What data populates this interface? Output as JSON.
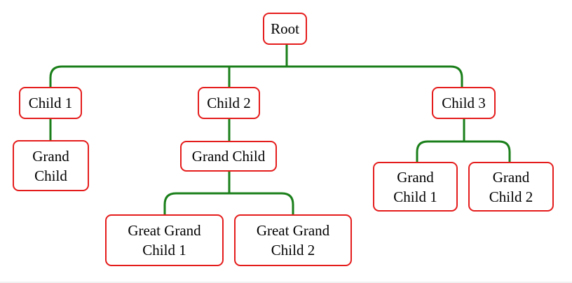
{
  "colors": {
    "node_border": "#e51c1c",
    "connector": "#1a7f1a",
    "node_text": "#000000",
    "background": "#ffffff"
  },
  "tree": {
    "root": {
      "label": "Root"
    },
    "children": [
      {
        "label": "Child 1",
        "children": [
          {
            "label": "Grand\nChild"
          }
        ]
      },
      {
        "label": "Child 2",
        "children": [
          {
            "label": "Grand Child",
            "children": [
              {
                "label": "Great Grand\nChild 1"
              },
              {
                "label": "Great Grand\nChild 2"
              }
            ]
          }
        ]
      },
      {
        "label": "Child 3",
        "children": [
          {
            "label": "Grand\nChild 1"
          },
          {
            "label": "Grand\nChild 2"
          }
        ]
      }
    ]
  }
}
